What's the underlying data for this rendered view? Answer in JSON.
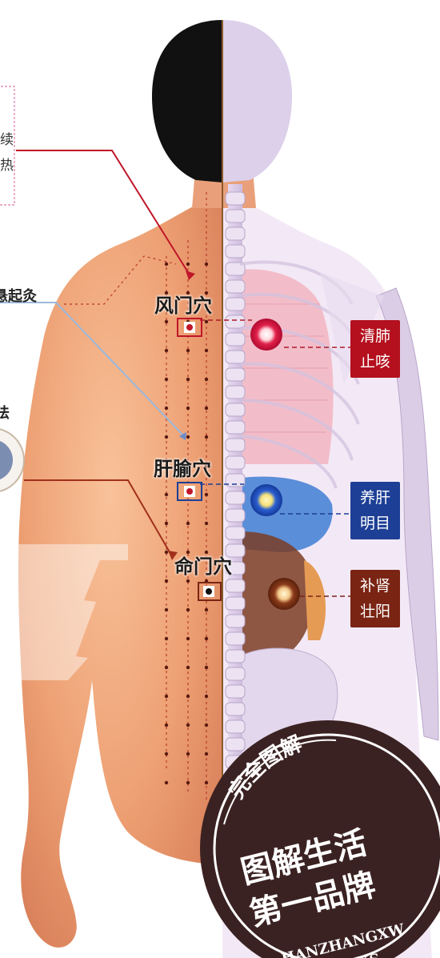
{
  "callouts": {
    "top_left": {
      "line1": "续",
      "line2": "热"
    },
    "moxibustion": "悬起灸",
    "mid_left": "法"
  },
  "acupoints": [
    {
      "name": "风门穴"
    },
    {
      "name": "肝腧穴"
    },
    {
      "name": "命门穴"
    }
  ],
  "effects": [
    {
      "line1": "清肺",
      "line2": "止咳",
      "color": "#b4101e"
    },
    {
      "line1": "养肝",
      "line2": "明目",
      "color": "#1d3f95"
    },
    {
      "line1": "补肾",
      "line2": "壮阳",
      "color": "#7a2414"
    }
  ],
  "seal": {
    "arc_text": "完全图解",
    "line1": "图解生活",
    "line2": "第一品牌",
    "brand1": "HANZHANGXW",
    "brand2": "BOOKS",
    "color": "#3b2222"
  }
}
